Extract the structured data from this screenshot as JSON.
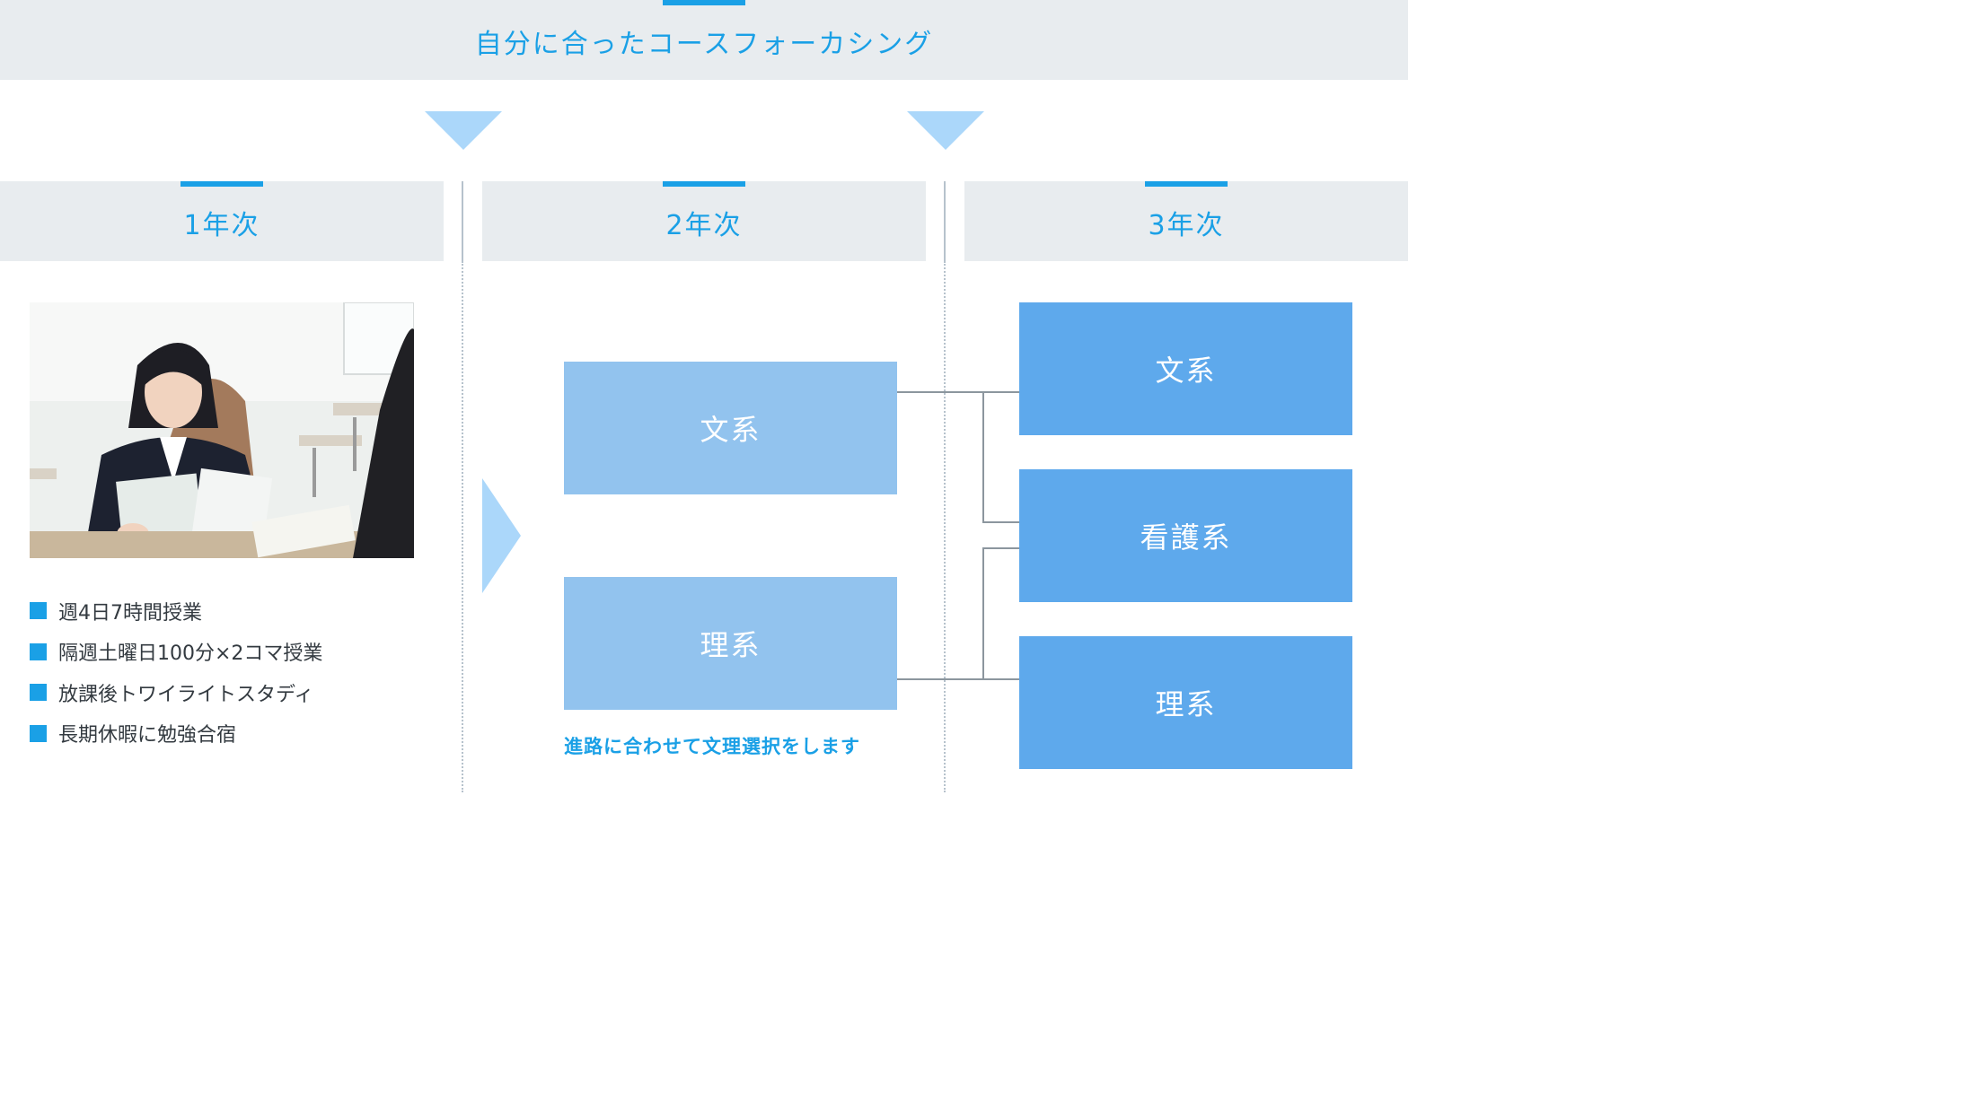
{
  "header": {
    "title": "自分に合ったコースフォーカシング"
  },
  "years": [
    {
      "label": "1年次"
    },
    {
      "label": "2年次"
    },
    {
      "label": "3年次"
    }
  ],
  "year1": {
    "bullets": [
      "週4日7時間授業",
      "隔週土曜日100分×2コマ授業",
      "放課後トワイライトスタディ",
      "長期休暇に勉強合宿"
    ]
  },
  "year2": {
    "boxes": [
      {
        "label": "文系"
      },
      {
        "label": "理系"
      }
    ],
    "note": "進路に合わせて文理選択をします"
  },
  "year3": {
    "boxes": [
      {
        "label": "文系"
      },
      {
        "label": "看護系"
      },
      {
        "label": "理系"
      }
    ]
  },
  "colors": {
    "accent": "#1aa0e6",
    "header_bg": "#e8ecef",
    "triangle": "#abd7fa",
    "box_light": "#92c3ee",
    "box_dark": "#5ea9ec"
  }
}
